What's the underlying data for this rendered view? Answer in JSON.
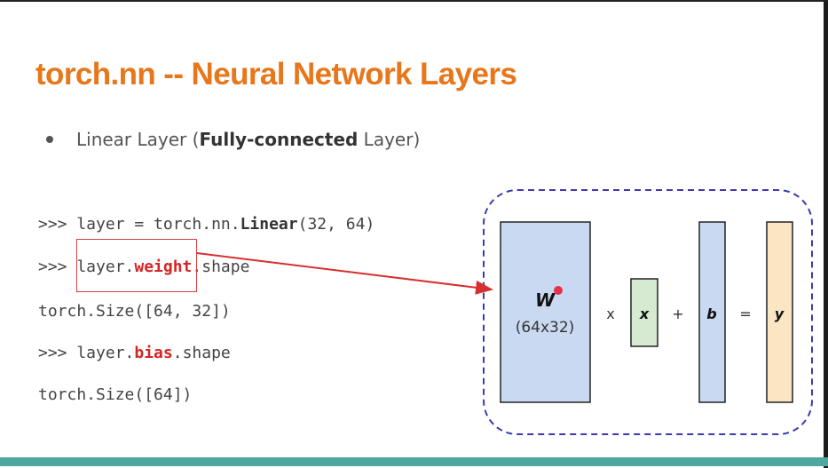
{
  "slide": {
    "title": "torch.nn -- Neural Network Layers",
    "bullet": {
      "prefix": "Linear Layer (",
      "bold": "Fully-connected",
      "suffix": " Layer)"
    }
  },
  "code": {
    "line1": {
      "prompt": ">>> layer = torch.nn.",
      "kw": "Linear",
      "rest": "(32, 64)"
    },
    "line2": {
      "prompt": ">>> layer.",
      "attr": "weight",
      "rest": ".shape"
    },
    "line3": "torch.Size([64, 32])",
    "line4": {
      "prompt": ">>> layer.",
      "attr": "bias",
      "rest": ".shape"
    },
    "line5": "torch.Size([64])"
  },
  "diagram": {
    "w_label": "W",
    "w_shape": "(64x32)",
    "times": "x",
    "x_label": "x",
    "plus": "+",
    "b_label": "b",
    "equals": "=",
    "y_label": "y"
  },
  "colors": {
    "title": "#e8761a",
    "accent_red": "#d62525",
    "blue_box": "#c9d9f2",
    "green_box": "#d6ead2",
    "yellow_box": "#fbe6c3",
    "dashed_border": "#3b3bb0",
    "bottom_bar": "#4fa8a0"
  }
}
